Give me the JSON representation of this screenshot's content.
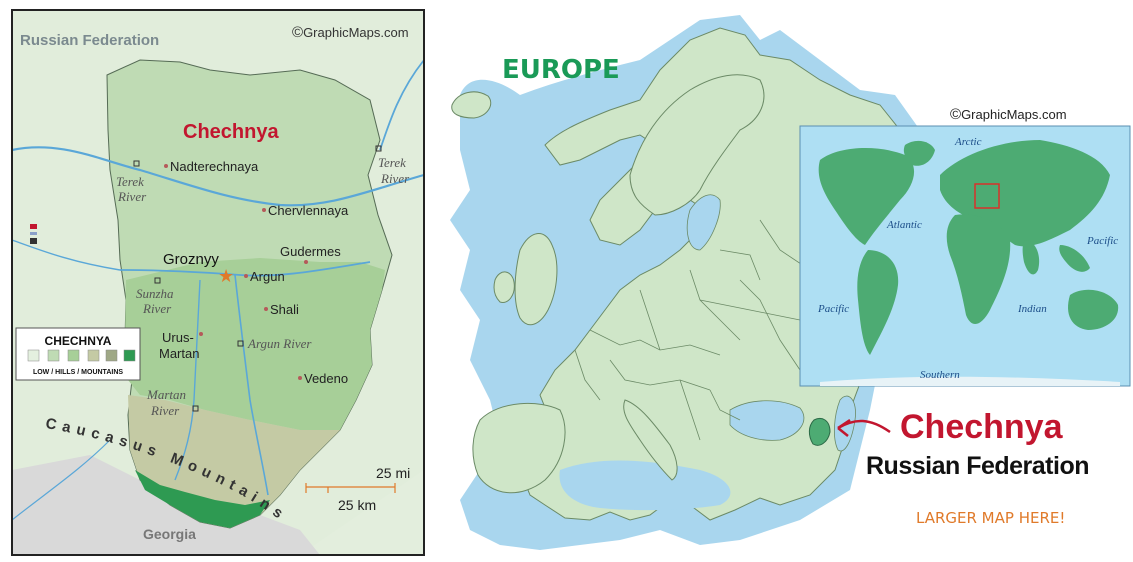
{
  "colors": {
    "water": "#a9d6ee",
    "land_light": "#d9ead3",
    "chechnya_low": "#bfdbb4",
    "chechnya_hills": "#a8cf9a",
    "mountains": "#c7cca8",
    "high_mountains": "#2e9a52",
    "river": "#5aa7d8",
    "europe_land": "#cfe6c8",
    "europe_title": "#1a9a57",
    "world_water": "#aedff3",
    "world_land": "#4dab73",
    "chechnya_red": "#c2162f",
    "larger_map": "#e07a2a"
  },
  "left_map": {
    "region_label": "Russian Federation",
    "copyright": "GraphicMaps.com",
    "title": "Chechnya",
    "cities": {
      "nadterechnaya": "Nadterechnaya",
      "chervlennaya": "Chervlennaya",
      "groznyy": "Groznyy",
      "argun": "Argun",
      "gudermes": "Gudermes",
      "shali": "Shali",
      "urus_martan": "Urus-",
      "urus_martan_2": "Martan",
      "vedeno": "Vedeno"
    },
    "rivers": {
      "terek_left_1": "Terek",
      "terek_left_2": "River",
      "terek_right_1": "Terek",
      "terek_right_2": "River",
      "sunzha_1": "Sunzha",
      "sunzha_2": "River",
      "argun_river": "Argun River",
      "martan_1": "Martan",
      "martan_2": "River"
    },
    "legend": {
      "title": "CHECHNYA",
      "caption": "LOW / HILLS / MOUNTAINS"
    },
    "mountains_label_1": "Caucasus",
    "mountains_label_2": "Mountains",
    "scale_mi": "25 mi",
    "scale_km": "25 km",
    "georgia": "Georgia"
  },
  "europe_map": {
    "title": "EUROPE"
  },
  "world_map": {
    "copyright": "GraphicMaps.com",
    "oceans": {
      "arctic": "Arctic",
      "atlantic": "Atlantic",
      "pacific_left": "Pacific",
      "pacific_right": "Pacific",
      "indian": "Indian",
      "southern": "Southern"
    }
  },
  "callout": {
    "title": "Chechnya",
    "subtitle": "Russian Federation",
    "link": "LARGER MAP HERE!"
  }
}
